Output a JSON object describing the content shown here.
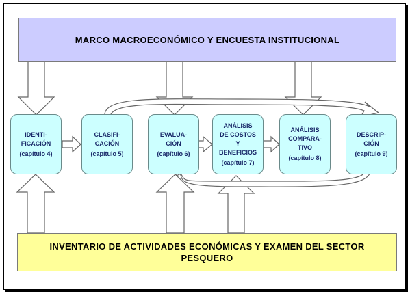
{
  "top_band": {
    "text": "MARCO MACROECONÓMICO Y ENCUESTA INSTITUCIONAL"
  },
  "bottom_band": {
    "text": "INVENTARIO DE ACTIVIDADES ECONÓMICAS Y EXAMEN DEL SECTOR PESQUERO"
  },
  "boxes": [
    {
      "title": "IDENTI-\nFICACIÓN",
      "chapter": "(capítulo 4)"
    },
    {
      "title": "CLASIFI-\nCACIÓN",
      "chapter": "(capítulo 5)"
    },
    {
      "title": "EVALUA-\nCIÓN",
      "chapter": "(capítulo 6)"
    },
    {
      "title": "ANÁLISIS\nDE COSTOS\nY\nBENEFICIOS",
      "chapter": "(capítulo 7)"
    },
    {
      "title": "ANÁLISIS\nCOMPARA-\nTIVO",
      "chapter": "(capítulo 8)"
    },
    {
      "title": "DESCRIP-\nCIÓN",
      "chapter": "(capítulo 9)"
    }
  ],
  "colors": {
    "top_band": "#ccccff",
    "bottom_band": "#ffff99",
    "process_box": "#ccffff",
    "box_text": "#1a2a6a"
  }
}
